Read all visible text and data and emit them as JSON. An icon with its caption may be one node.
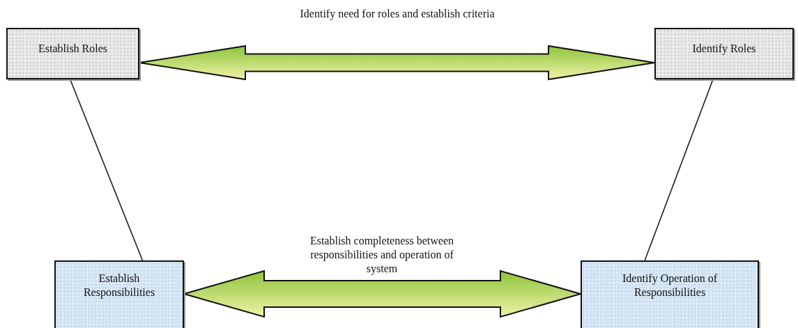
{
  "diagram": {
    "nodes": [
      {
        "text": [
          "Establish Roles"
        ]
      },
      {
        "text": [
          "Identify Roles"
        ]
      },
      {
        "text": [
          "Establish Responsibilities"
        ]
      },
      {
        "text": [
          "Identify Operation of Responsibilities"
        ]
      }
    ],
    "edges": [
      {
        "from": 0,
        "to": 1,
        "arrow": "both",
        "style": "thick",
        "label": "Identify need for roles and establish criteria"
      },
      {
        "from": 2,
        "to": 3,
        "arrow": "both",
        "style": "thick",
        "label": "Establish completeness between responsibilities and operation of system"
      },
      {
        "from": 0,
        "to": 2,
        "arrow": "none"
      },
      {
        "from": 1,
        "to": 3,
        "arrow": "none"
      }
    ]
  }
}
